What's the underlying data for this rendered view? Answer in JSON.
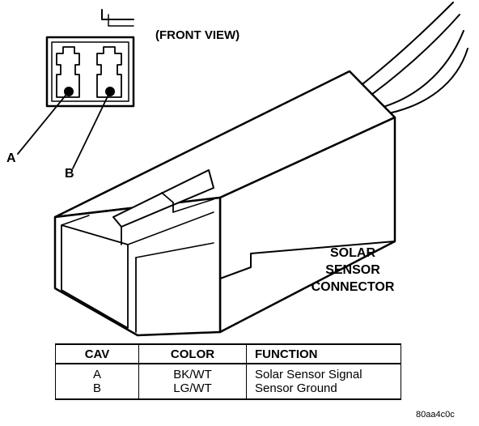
{
  "front_view_label": "(FRONT VIEW)",
  "cavity_labels": {
    "a": "A",
    "b": "B"
  },
  "connector_label": [
    "SOLAR",
    "SENSOR",
    "CONNECTOR"
  ],
  "table": {
    "headers": {
      "cav": "CAV",
      "color": "COLOR",
      "function": "FUNCTION"
    },
    "rows": [
      {
        "cav": "A",
        "color": "BK/WT",
        "function": "Solar Sensor Signal"
      },
      {
        "cav": "B",
        "color": "LG/WT",
        "function": "Sensor Ground"
      }
    ]
  },
  "reference_code": "80aa4c0c"
}
